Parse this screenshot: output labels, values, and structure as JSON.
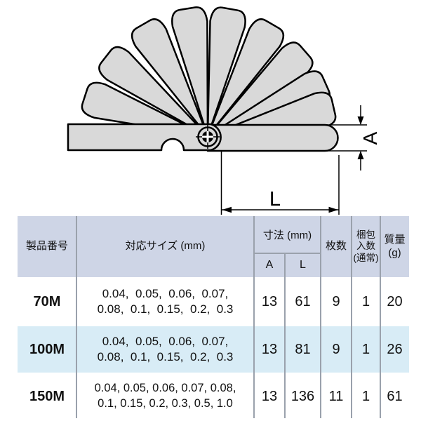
{
  "diagram": {
    "type": "feeler-gauge technical drawing",
    "dim_a_label": "A",
    "dim_l_label": "L",
    "blade_count_drawn": 10,
    "colors": {
      "blade_fill": "#d9d9d9",
      "outline": "#000000",
      "background": "#ffffff"
    }
  },
  "table": {
    "header": {
      "product_no": "製品番号",
      "sizes": "対応サイズ (mm)",
      "dimensions": "寸法 (mm)",
      "dim_a": "A",
      "dim_l": "L",
      "blade_count": "枚数",
      "pack_lines": [
        "梱包",
        "入数",
        "(通常)"
      ],
      "mass_lines": [
        "質量",
        "(g)"
      ]
    },
    "rows": [
      {
        "product_no": "70M",
        "sizes_line1": "0.04,  0.05,  0.06,  0.07,",
        "sizes_line2": "0.08,  0.1,  0.15,  0.2,  0.3",
        "a": "13",
        "l": "61",
        "blades": "9",
        "pack": "1",
        "mass": "20"
      },
      {
        "product_no": "100M",
        "sizes_line1": "0.04,  0.05,  0.06,  0.07,",
        "sizes_line2": "0.08,  0.1,  0.15,  0.2,  0.3",
        "a": "13",
        "l": "81",
        "blades": "9",
        "pack": "1",
        "mass": "26"
      },
      {
        "product_no": "150M",
        "sizes_line1": "0.04, 0.05, 0.06, 0.07, 0.08,",
        "sizes_line2": "0.1, 0.15, 0.2, 0.3, 0.5, 1.0",
        "a": "13",
        "l": "136",
        "blades": "11",
        "pack": "1",
        "mass": "61"
      }
    ],
    "colors": {
      "header_bg": "#ced5e6",
      "alt_row_bg": "#d8ecf6",
      "grid_line": "#9aa1ac",
      "text": "#111111"
    }
  }
}
